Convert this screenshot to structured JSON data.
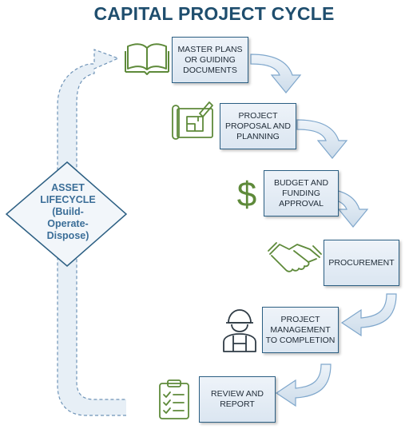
{
  "title": "CAPITAL PROJECT CYCLE",
  "side_label": {
    "line1": "ASSET",
    "line2": "LIFECYCLE",
    "line3": "(Build-",
    "line4": "Operate-",
    "line5": "Dispose)"
  },
  "steps": [
    {
      "label": "MASTER PLANS\nOR GUIDING\nDOCUMENTS",
      "icon": "book-icon"
    },
    {
      "label": "PROJECT\nPROPOSAL AND\nPLANNING",
      "icon": "blueprint-icon"
    },
    {
      "label": "BUDGET AND\nFUNDING\nAPPROVAL",
      "icon": "dollar-icon"
    },
    {
      "label": "PROCUREMENT",
      "icon": "handshake-icon"
    },
    {
      "label": "PROJECT\nMANAGEMENT\nTO COMPLETION",
      "icon": "worker-icon"
    },
    {
      "label": "REVIEW AND\nREPORT",
      "icon": "clipboard-icon"
    }
  ],
  "colors": {
    "title": "#1f4e6e",
    "box_border": "#2c5f83",
    "arrow_fill": "#dde8f2",
    "arrow_stroke": "#7fa7cc",
    "icon_green": "#5e8a3a",
    "diamond_text": "#3b6e98"
  }
}
